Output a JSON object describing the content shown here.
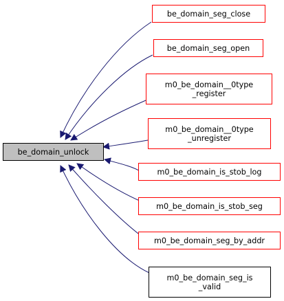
{
  "graph": {
    "edge_color": "#191970",
    "focus_node": {
      "label": "be_domain_unlock",
      "fill": "#bfbfbf",
      "border": "#000000"
    },
    "caller_border_color": "#ff0000",
    "callers": [
      {
        "line1": "be_domain_seg_close",
        "line2": ""
      },
      {
        "line1": "be_domain_seg_open",
        "line2": ""
      },
      {
        "line1": "m0_be_domain__0type",
        "line2": "_register"
      },
      {
        "line1": "m0_be_domain__0type",
        "line2": "_unregister"
      },
      {
        "line1": "m0_be_domain_is_stob_log",
        "line2": ""
      },
      {
        "line1": "m0_be_domain_is_stob_seg",
        "line2": ""
      },
      {
        "line1": "m0_be_domain_seg_by_addr",
        "line2": ""
      },
      {
        "line1": "m0_be_domain_seg_is",
        "line2": "_valid"
      }
    ]
  }
}
